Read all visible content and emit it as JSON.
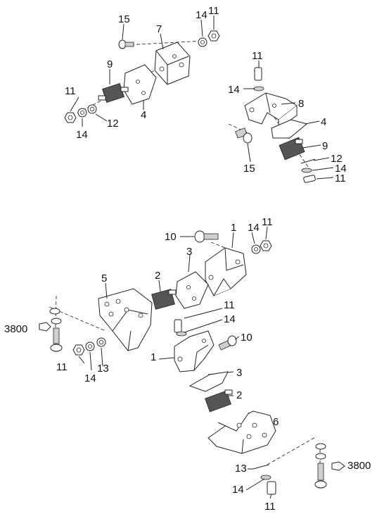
{
  "diagram": {
    "callouts": [
      {
        "id": "c1",
        "text": "15"
      },
      {
        "id": "c2",
        "text": "7"
      },
      {
        "id": "c3",
        "text": "14"
      },
      {
        "id": "c4",
        "text": "11"
      },
      {
        "id": "c5",
        "text": "9"
      },
      {
        "id": "c6",
        "text": "11"
      },
      {
        "id": "c7",
        "text": "14"
      },
      {
        "id": "c8",
        "text": "12"
      },
      {
        "id": "c9",
        "text": "4"
      },
      {
        "id": "c10",
        "text": "11"
      },
      {
        "id": "c11",
        "text": "14"
      },
      {
        "id": "c12",
        "text": "8"
      },
      {
        "id": "c13",
        "text": "4"
      },
      {
        "id": "c14",
        "text": "15"
      },
      {
        "id": "c15",
        "text": "9"
      },
      {
        "id": "c16",
        "text": "12"
      },
      {
        "id": "c17",
        "text": "14"
      },
      {
        "id": "c18",
        "text": "11"
      },
      {
        "id": "c19",
        "text": "10"
      },
      {
        "id": "c20",
        "text": "1"
      },
      {
        "id": "c21",
        "text": "14"
      },
      {
        "id": "c22",
        "text": "11"
      },
      {
        "id": "c23",
        "text": "3"
      },
      {
        "id": "c24",
        "text": "2"
      },
      {
        "id": "c25",
        "text": "5"
      },
      {
        "id": "c26",
        "text": "11"
      },
      {
        "id": "c27",
        "text": "14"
      },
      {
        "id": "c28",
        "text": "10"
      },
      {
        "id": "c29",
        "text": "3800"
      },
      {
        "id": "c30",
        "text": "11"
      },
      {
        "id": "c31",
        "text": "14"
      },
      {
        "id": "c32",
        "text": "13"
      },
      {
        "id": "c33",
        "text": "1"
      },
      {
        "id": "c34",
        "text": "3"
      },
      {
        "id": "c35",
        "text": "2"
      },
      {
        "id": "c36",
        "text": "6"
      },
      {
        "id": "c37",
        "text": "3800"
      },
      {
        "id": "c38",
        "text": "13"
      },
      {
        "id": "c39",
        "text": "14"
      },
      {
        "id": "c40",
        "text": "11"
      }
    ]
  }
}
